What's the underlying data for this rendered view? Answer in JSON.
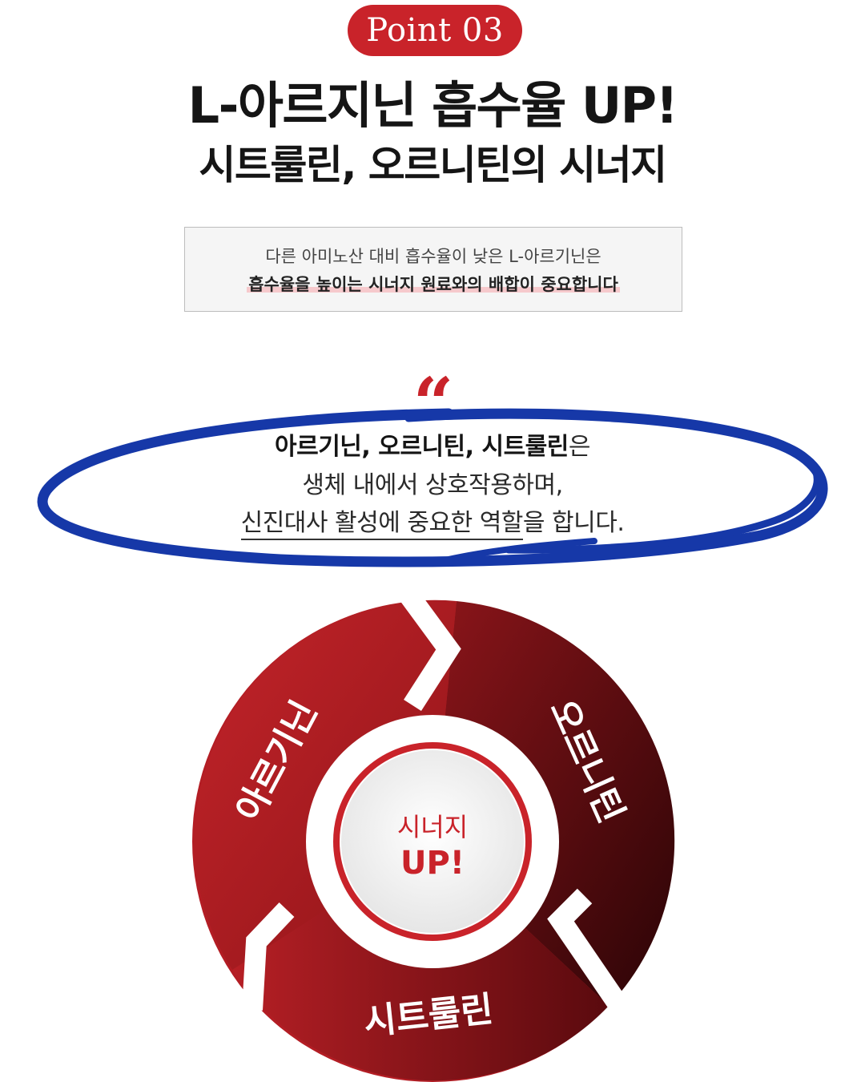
{
  "badge": {
    "label": "Point 03"
  },
  "headline": {
    "line1": "L-아르지닌 흡수율 UP!",
    "line2": "시트룰린, 오르니틴의 시너지"
  },
  "note": {
    "line1": "다른 아미노산 대비 흡수율이 낮은 L-아르기닌은",
    "line2": "흡수율을 높이는 시너지 원료와의 배합이 중요합니다"
  },
  "quote": {
    "mark": "“",
    "line1_bold": "아르기닌, 오르니틴, 시트룰린",
    "line1_rest": "은",
    "line2": "생체 내에서 상호작용하며,",
    "line3_underlined": "신진대사 활성에 중요한 역할",
    "line3_rest": "을 합니다."
  },
  "cycle": {
    "segments": [
      "아르기닌",
      "오르니틴",
      "시트룰린"
    ],
    "center_line1": "시너지",
    "center_line2": "UP!"
  },
  "colors": {
    "brand_red": "#c9232a",
    "dark_red": "#5a0a0e",
    "ellipse_blue": "#1638a8"
  }
}
